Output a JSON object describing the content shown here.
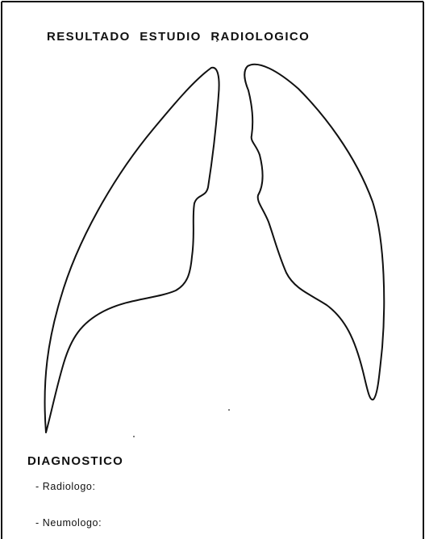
{
  "form": {
    "title": "RESULTADO  ESTUDIO  RADIOLOGICO",
    "diagnosis_heading": "DIAGNOSTICO",
    "fields": [
      {
        "dash": "-",
        "label": "Radiologo:"
      },
      {
        "dash": "-",
        "label": "Neumologo:"
      }
    ]
  },
  "colors": {
    "ink": "#111111",
    "paper": "#ffffff"
  }
}
